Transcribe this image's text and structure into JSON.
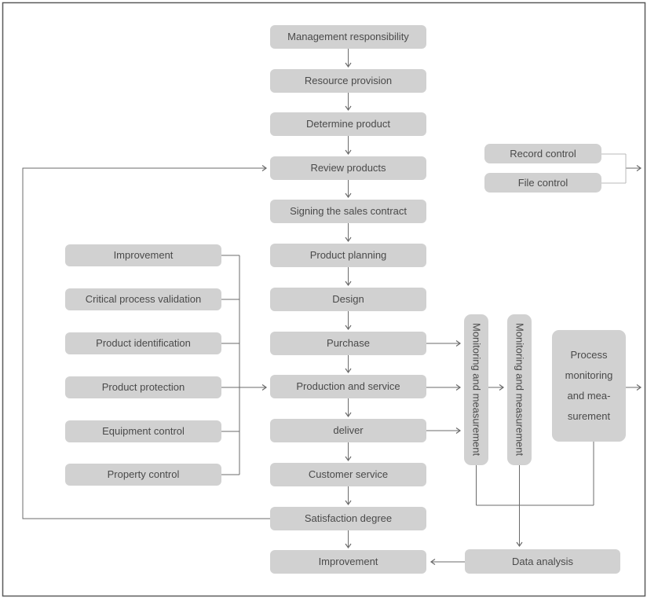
{
  "colors": {
    "box_fill": "#d1d1d1",
    "box_text": "#4a4a4a",
    "line": "#6b6b6b",
    "light_line": "#b8b8b8",
    "border": "#5a5a5a"
  },
  "main_flow": [
    "Management responsibility",
    "Resource provision",
    "Determine product",
    "Review products",
    "Signing the sales contract",
    "Product planning",
    "Design",
    "Purchase",
    "Production and service",
    "deliver",
    "Customer service",
    "Satisfaction degree",
    "Improvement"
  ],
  "support_controls": [
    "Improvement",
    "Critical process validation",
    "Product identification",
    "Product protection",
    "Equipment control",
    "Property control"
  ],
  "document_controls": [
    "Record control",
    "File control"
  ],
  "monitoring": {
    "column_1": "Monitoring and measurement",
    "column_2": "Monitoring and measurement",
    "process": "Process\nmonitoring\nand mea-\nsurement"
  },
  "analysis": {
    "data_analysis": "Data analysis"
  }
}
